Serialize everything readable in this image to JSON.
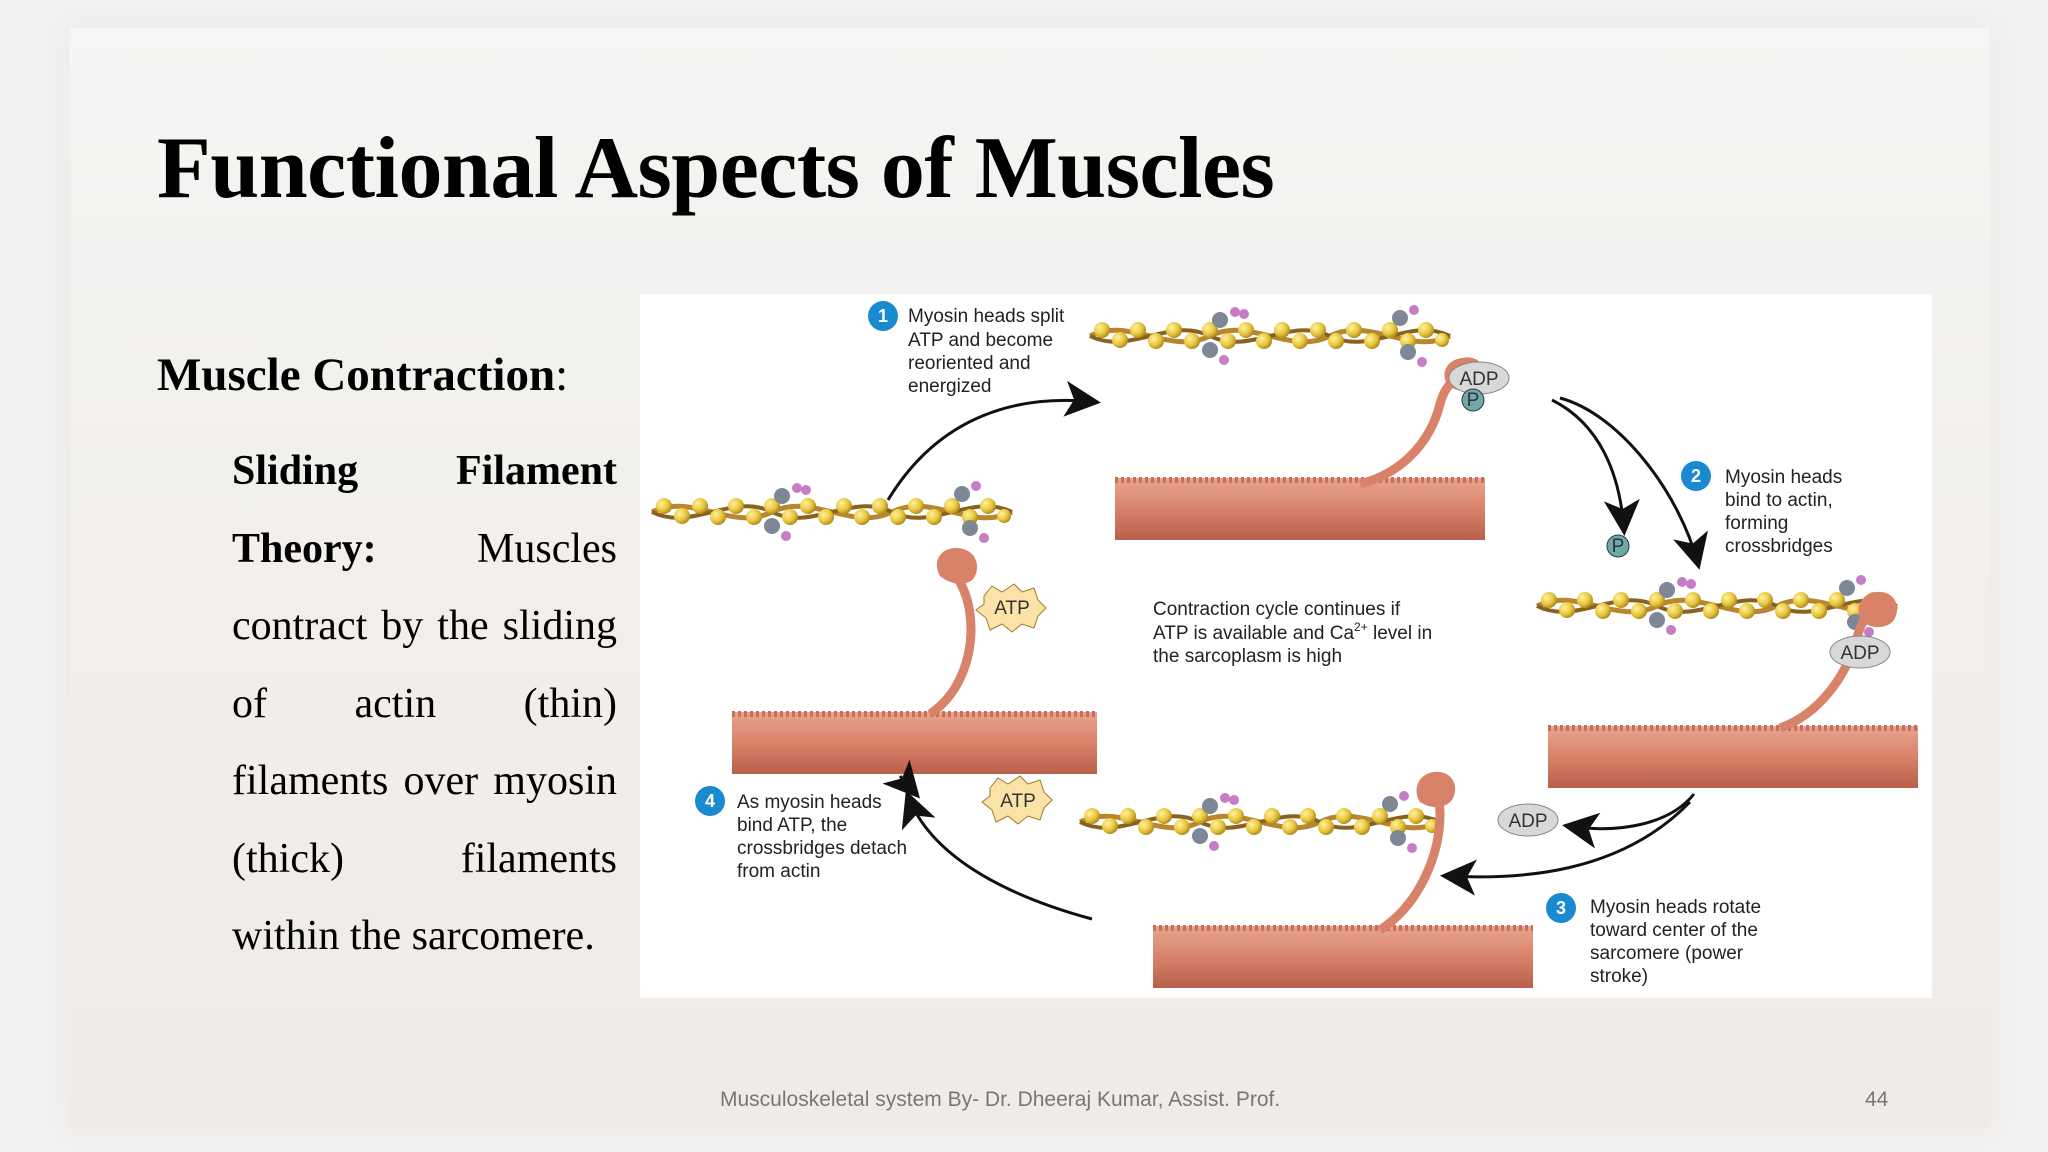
{
  "slide": {
    "title": "Functional Aspects of Muscles",
    "subheading": "Muscle Contraction",
    "subheading_suffix": ":",
    "body_bold": "Sliding Filament Theory:",
    "body_text": " Muscles contract by the sliding of actin (thin) filaments over myosin (thick) filaments within the sarcomere.",
    "footer": "Musculoskeletal system By- Dr. Dheeraj Kumar, Assist. Prof.",
    "page_number": "44"
  },
  "figure": {
    "steps": [
      {
        "number": "1",
        "lines": [
          "Myosin heads split",
          "ATP and become",
          "reoriented and",
          "energized"
        ]
      },
      {
        "number": "2",
        "lines": [
          "Myosin heads",
          "bind to actin,",
          "forming",
          "crossbridges"
        ]
      },
      {
        "number": "3",
        "lines": [
          "Myosin heads rotate",
          "toward center of the",
          "sarcomere (power",
          "stroke)"
        ]
      },
      {
        "number": "4",
        "lines": [
          "As myosin heads",
          "bind ATP, the",
          "crossbridges detach",
          "from actin"
        ]
      }
    ],
    "center_text": {
      "line1": "Contraction cycle continues if",
      "line2_pre": "ATP is available and Ca",
      "line2_sup": "2+",
      "line2_post": " level in",
      "line3": "the sarcoplasm is high"
    },
    "tags": {
      "adp": "ADP",
      "p": "P",
      "atp": "ATP"
    },
    "colors": {
      "step_badge": "#1a8ad0",
      "myosin_filament": "#d9826a",
      "actin_bead": "#e8c53a",
      "strand": "#b8862e",
      "atp_tag": "#fbe3a8",
      "adp_tag": "#d8d8d8",
      "p_tag": "#6fa9a6"
    }
  }
}
